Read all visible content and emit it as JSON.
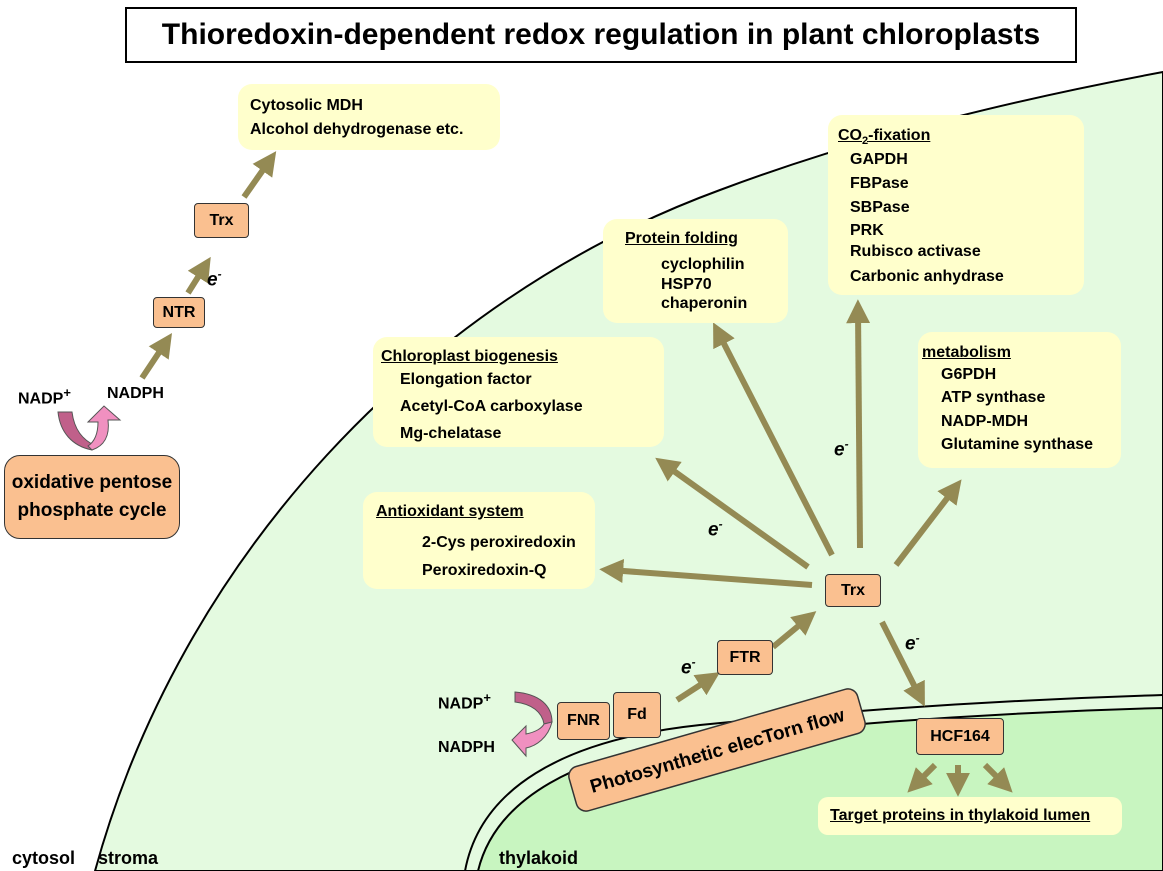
{
  "title": "Thioredoxin-dependent redox regulation in plant chloroplasts",
  "colors": {
    "stroma_fill": "#e4fae0",
    "thylakoid_fill": "#c8f5c0",
    "box_fill": "#ffffcc",
    "node_fill": "#fac090",
    "arrow": "#948a54",
    "nadp_arrow": "#c0608a"
  },
  "cytosol": {
    "targets": [
      "Cytosolic MDH",
      "Alcohol dehydrogenase etc."
    ],
    "trx": "Trx",
    "ntr": "NTR",
    "electron": "e",
    "electron_sup": "-",
    "nadp": "NADP",
    "nadp_sup": "+",
    "nadph": "NADPH",
    "oppp_line1": "oxidative pentose",
    "oppp_line2": "phosphate cycle"
  },
  "co2_fixation": {
    "header_a": "CO",
    "header_sub": "2",
    "header_b": "-fixation",
    "items": [
      "GAPDH",
      "FBPase",
      "SBPase",
      "PRK",
      "Rubisco activase",
      "Carbonic anhydrase"
    ]
  },
  "protein_folding": {
    "header": "Protein folding",
    "items": [
      "cyclophilin",
      "HSP70",
      "chaperonin"
    ]
  },
  "biogenesis": {
    "header": "Chloroplast biogenesis",
    "items": [
      "Elongation factor",
      "Acetyl-CoA carboxylase",
      "Mg-chelatase"
    ]
  },
  "metabolism": {
    "header": "metabolism",
    "items": [
      "G6PDH",
      "ATP synthase",
      "NADP-MDH",
      "Glutamine synthase"
    ]
  },
  "antioxidant": {
    "header": "Antioxidant system",
    "items": [
      "2-Cys peroxiredoxin",
      "Peroxiredoxin-Q"
    ]
  },
  "stroma_nodes": {
    "trx": "Trx",
    "ftr": "FTR",
    "fd": "Fd",
    "fnr": "FNR",
    "hcf164": "HCF164",
    "nadp": "NADP",
    "nadp_sup": "+",
    "nadph": "NADPH",
    "electron": "e",
    "electron_sup": "-"
  },
  "photosynthetic_flow": "Photosynthetic elecTorn flow",
  "thylakoid_targets": "Target proteins in thylakoid lumen",
  "compartments": {
    "cytosol": "cytosol",
    "stroma": "stroma",
    "thylakoid": "thylakoid"
  }
}
